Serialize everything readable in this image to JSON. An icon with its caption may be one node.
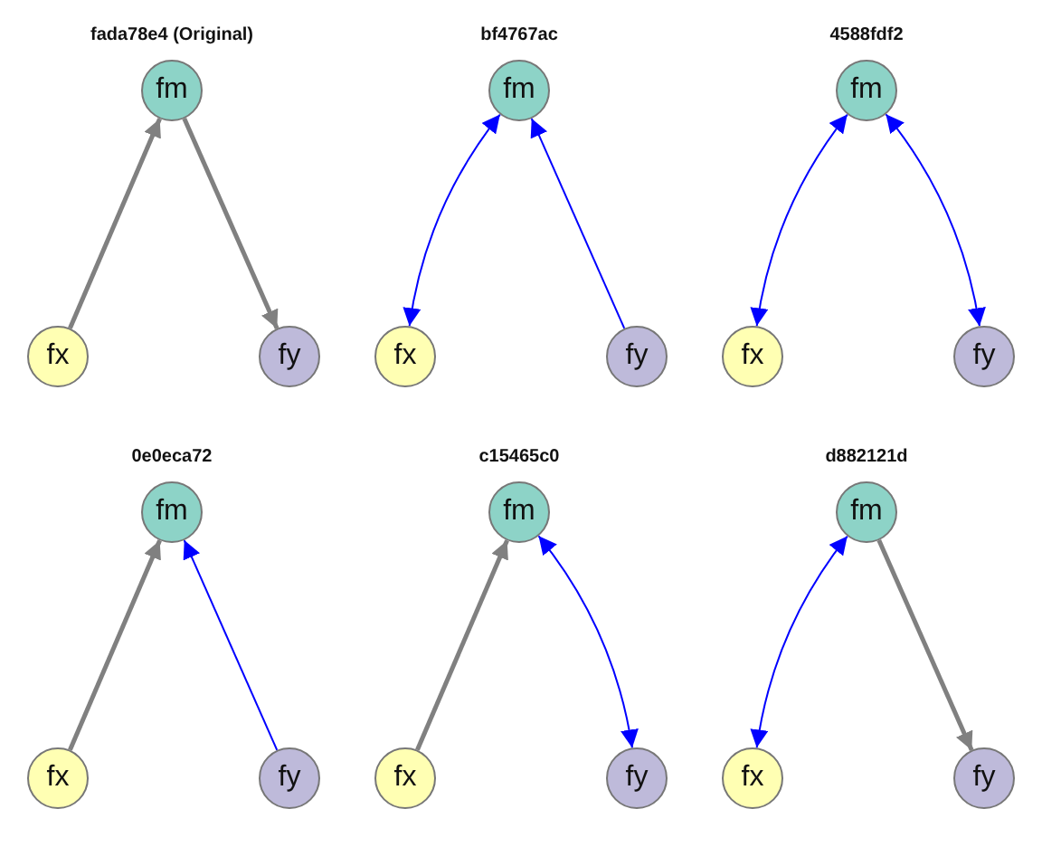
{
  "diagram": {
    "nodes": [
      {
        "text": [
          "fm"
        ]
      },
      {
        "text": [
          "fx"
        ]
      },
      {
        "text": [
          "fy"
        ]
      },
      {
        "text": [
          "fm"
        ]
      },
      {
        "text": [
          "fx"
        ]
      },
      {
        "text": [
          "fy"
        ]
      },
      {
        "text": [
          "fm"
        ]
      },
      {
        "text": [
          "fx"
        ]
      },
      {
        "text": [
          "fy"
        ]
      },
      {
        "text": [
          "fm"
        ]
      },
      {
        "text": [
          "fx"
        ]
      },
      {
        "text": [
          "fy"
        ]
      },
      {
        "text": [
          "fm"
        ]
      },
      {
        "text": [
          "fx"
        ]
      },
      {
        "text": [
          "fy"
        ]
      },
      {
        "text": [
          "fm"
        ]
      },
      {
        "text": [
          "fx"
        ]
      },
      {
        "text": [
          "fy"
        ]
      }
    ],
    "edges": [
      {
        "from": 1,
        "to": 0,
        "arrow": "to",
        "style": "thick",
        "color": "#808080"
      },
      {
        "from": 0,
        "to": 2,
        "arrow": "to",
        "style": "thick",
        "color": "#808080"
      },
      {
        "from": 3,
        "to": 4,
        "arrow": "both"
      },
      {
        "from": 5,
        "to": 3,
        "arrow": "to"
      },
      {
        "from": 6,
        "to": 7,
        "arrow": "both"
      },
      {
        "from": 6,
        "to": 8,
        "arrow": "both"
      },
      {
        "from": 10,
        "to": 9,
        "arrow": "to",
        "style": "thick",
        "color": "#808080"
      },
      {
        "from": 11,
        "to": 9,
        "arrow": "to"
      },
      {
        "from": 13,
        "to": 12,
        "arrow": "to",
        "style": "thick",
        "color": "#808080"
      },
      {
        "from": 12,
        "to": 14,
        "arrow": "both"
      },
      {
        "from": 15,
        "to": 16,
        "arrow": "both"
      },
      {
        "from": 15,
        "to": 17,
        "arrow": "to",
        "style": "thick",
        "color": "#808080"
      }
    ],
    "labels": [
      "fada78e4 (Original)",
      "bf4767ac",
      "4588fdf2",
      "0e0eca72",
      "c15465c0",
      "d882121d"
    ]
  }
}
